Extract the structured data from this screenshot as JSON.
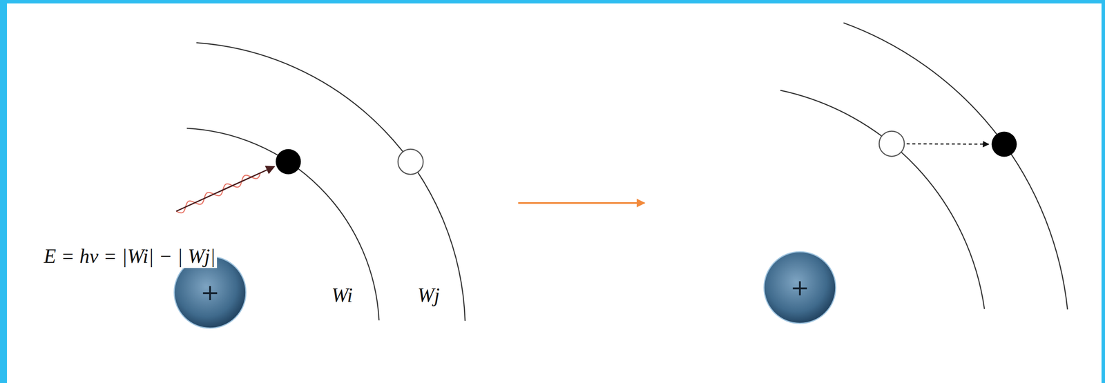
{
  "diagram": {
    "nodes": [
      {
        "text": [
          "+"
        ]
      },
      {
        "text": [
          "+"
        ]
      }
    ],
    "labels": [
      "E = hν = |Wi| − | Wj|",
      "Wi",
      "Wj"
    ]
  }
}
